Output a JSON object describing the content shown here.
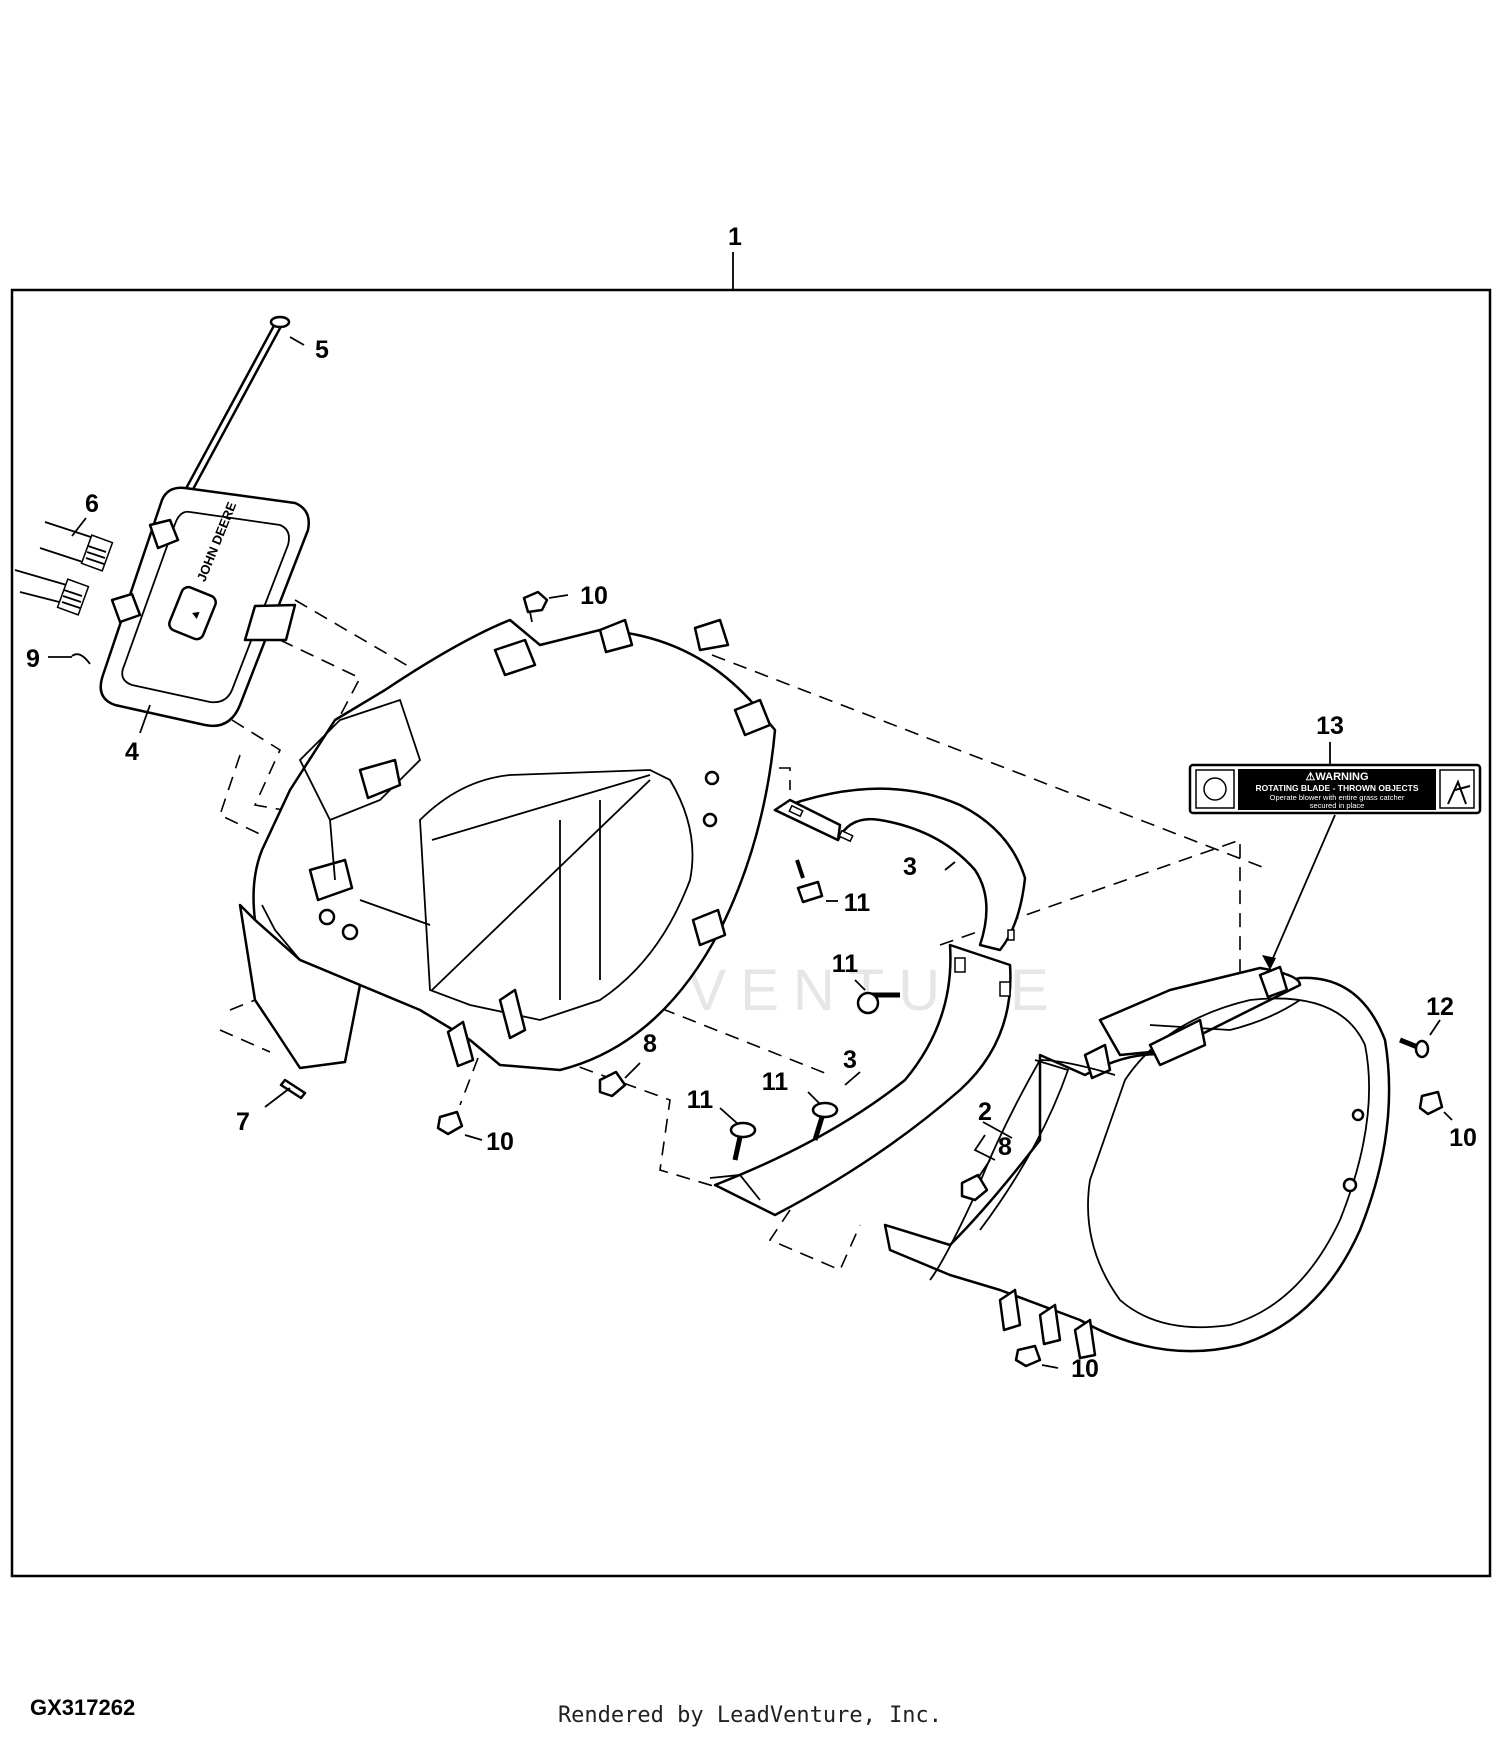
{
  "figure_id": "GX317262",
  "footer": "Rendered by LeadVenture, Inc.",
  "watermark": "LEADVENTURE",
  "logo_text": "JOHN DEERE",
  "callouts": {
    "c1": "1",
    "c2": "2",
    "c3a": "3",
    "c3b": "3",
    "c4": "4",
    "c5": "5",
    "c6": "6",
    "c7": "7",
    "c8a": "8",
    "c8b": "8",
    "c9": "9",
    "c10a": "10",
    "c10b": "10",
    "c10c": "10",
    "c10d": "10",
    "c11a": "11",
    "c11b": "11",
    "c11c": "11",
    "c11d": "11",
    "c12": "12",
    "c13": "13"
  },
  "warning_label": {
    "heading": "⚠WARNING",
    "line1": "ROTATING BLADE - THROWN OBJECTS",
    "line2": "Operate blower with entire grass catcher",
    "line3": "secured in place"
  }
}
